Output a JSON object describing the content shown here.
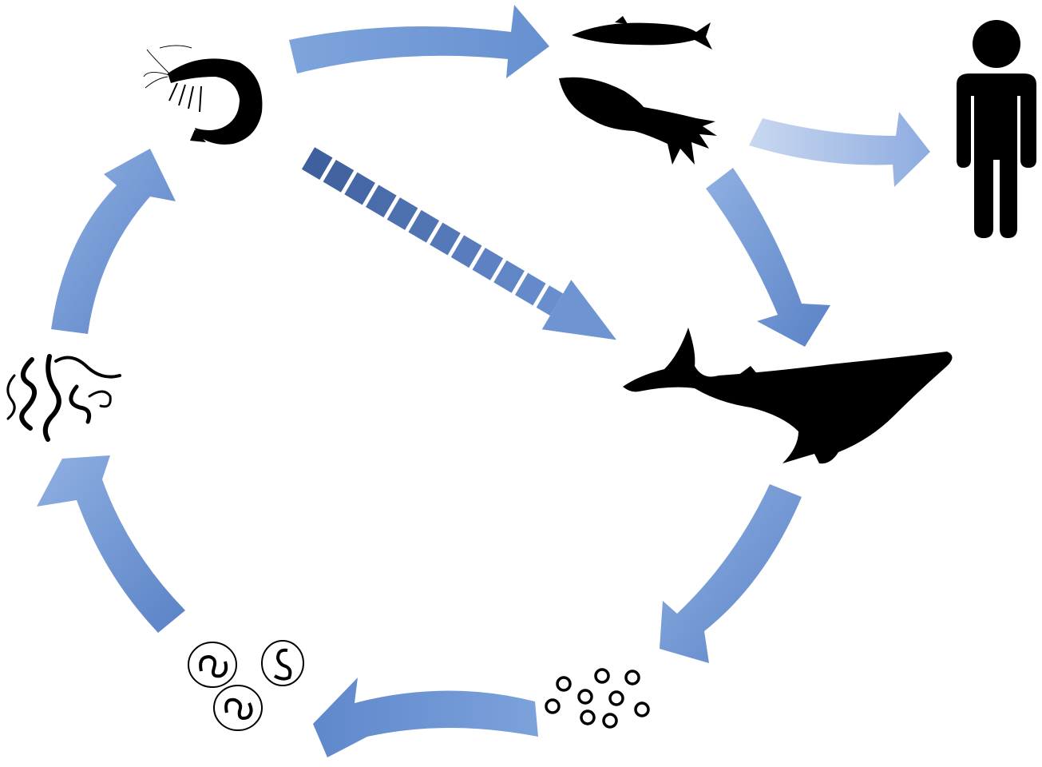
{
  "diagram": {
    "type": "life-cycle",
    "colors": {
      "arrow_light": "#a9c2e8",
      "arrow_main": "#6f97d4",
      "arrow_dark": "#5279bd",
      "arrow_dashed": "#4d6fae",
      "silhouette": "#000000",
      "background": "#ffffff"
    },
    "stages": [
      {
        "id": "crustacean",
        "icon": "shrimp-icon"
      },
      {
        "id": "paratenic-hosts",
        "icon": "fish-and-squid-icon"
      },
      {
        "id": "accidental-host",
        "icon": "human-icon"
      },
      {
        "id": "definitive-host",
        "icon": "whale-icon"
      },
      {
        "id": "eggs",
        "icon": "eggs-icon"
      },
      {
        "id": "embryonated-eggs",
        "icon": "larvae-in-eggs-icon"
      },
      {
        "id": "free-larvae",
        "icon": "free-larvae-icon"
      }
    ],
    "transitions": [
      {
        "from": "crustacean",
        "to": "paratenic-hosts",
        "style": "solid"
      },
      {
        "from": "paratenic-hosts",
        "to": "accidental-host",
        "style": "faded"
      },
      {
        "from": "paratenic-hosts",
        "to": "definitive-host",
        "style": "solid"
      },
      {
        "from": "crustacean",
        "to": "definitive-host",
        "style": "dashed"
      },
      {
        "from": "definitive-host",
        "to": "eggs",
        "style": "solid"
      },
      {
        "from": "eggs",
        "to": "embryonated-eggs",
        "style": "solid"
      },
      {
        "from": "embryonated-eggs",
        "to": "free-larvae",
        "style": "solid"
      },
      {
        "from": "free-larvae",
        "to": "crustacean",
        "style": "solid"
      }
    ]
  }
}
